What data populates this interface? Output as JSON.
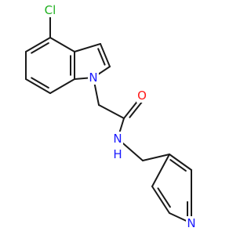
{
  "molecule": {
    "colors": {
      "bond": "#1a1a1a",
      "C": "#1a1a1a",
      "N": "#1a1aff",
      "O": "#ff1a1a",
      "Cl": "#1fb01f"
    },
    "atoms": [
      {
        "id": "Cl",
        "label": "Cl",
        "element": "Cl"
      },
      {
        "id": "N1",
        "label": "N",
        "element": "N"
      },
      {
        "id": "O",
        "label": "O",
        "element": "O"
      },
      {
        "id": "NH",
        "label": "N",
        "element": "N"
      },
      {
        "id": "H",
        "label": "H",
        "element": "N"
      },
      {
        "id": "Npy",
        "label": "N",
        "element": "N"
      }
    ]
  }
}
